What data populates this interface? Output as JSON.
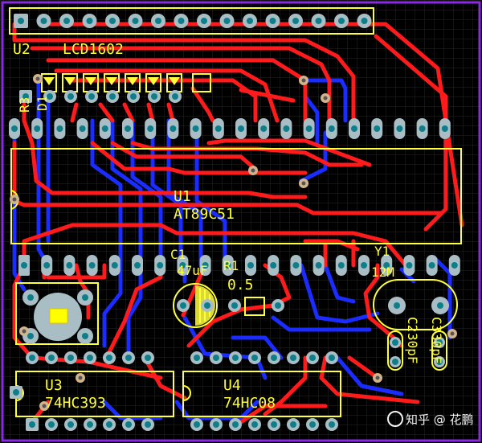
{
  "board": {
    "background": "#000000",
    "border_color": "#8a2be2",
    "grid_color": "#2a2a2a",
    "colors": {
      "top_copper": "#ff1b1b",
      "bottom_copper": "#1a2cff",
      "silkscreen": "#ffff3a",
      "pad": "#a9bdc4",
      "drill": "#0e7f8a",
      "via": "#d2b48c"
    }
  },
  "components": {
    "u2": {
      "designator": "U2",
      "part": "LCD1602"
    },
    "u1": {
      "designator": "U1",
      "part": "AT89C51"
    },
    "u3": {
      "designator": "U3",
      "part": "74HC393"
    },
    "u4": {
      "designator": "U4",
      "part": "74HC08"
    },
    "r3": {
      "designator": "R3"
    },
    "d1": {
      "designator": "D1"
    },
    "c1": {
      "designator": "C1",
      "value": "47uF"
    },
    "r1": {
      "designator": "R1",
      "value": "0.5"
    },
    "y1": {
      "designator": "Y1",
      "value": "12M"
    },
    "c2": {
      "designator": "C2",
      "value": "30pF"
    },
    "c3": {
      "designator": "C3",
      "value": "30pF"
    }
  },
  "watermark": {
    "text": "知乎 @ 花鹏"
  }
}
